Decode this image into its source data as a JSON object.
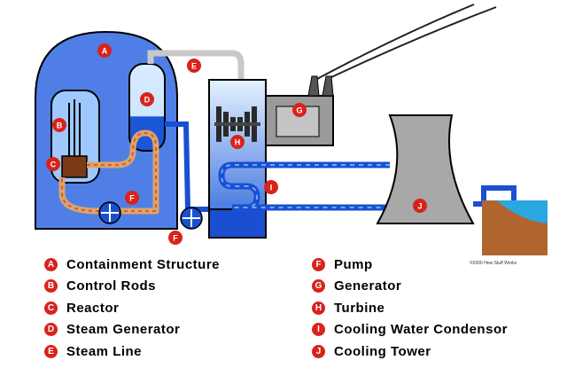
{
  "markers": {
    "A": "A",
    "B": "B",
    "C": "C",
    "D": "D",
    "E": "E",
    "F": "F",
    "G": "G",
    "H": "H",
    "I": "I",
    "J": "J"
  },
  "legend": {
    "left": [
      {
        "key": "A",
        "label": "Containment Structure"
      },
      {
        "key": "B",
        "label": "Control Rods"
      },
      {
        "key": "C",
        "label": "Reactor"
      },
      {
        "key": "D",
        "label": "Steam Generator"
      },
      {
        "key": "E",
        "label": "Steam Line"
      }
    ],
    "right": [
      {
        "key": "F",
        "label": "Pump"
      },
      {
        "key": "G",
        "label": "Generator"
      },
      {
        "key": "H",
        "label": "Turbine"
      },
      {
        "key": "I",
        "label": "Cooling Water Condensor"
      },
      {
        "key": "J",
        "label": "Cooling Tower"
      }
    ]
  },
  "credit": "©2000 How Stuff Works",
  "colors": {
    "marker": "#d8231c",
    "containment": "#4f7fe6",
    "water_dark": "#1b4fd1",
    "water_light": "#6aa8ff",
    "hot_loop": "#e3a06a",
    "steam": "#c8c8c8",
    "tower": "#a8a8a8",
    "ground": "#b0652f",
    "lake": "#2aa7e0"
  }
}
